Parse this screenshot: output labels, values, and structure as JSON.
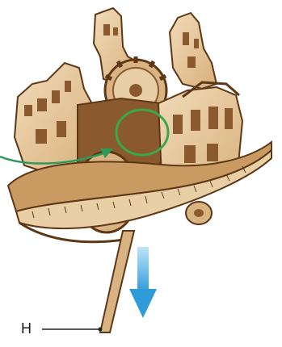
{
  "figure": {
    "callout_label": "H",
    "colors": {
      "wood_light": "#e9cfa6",
      "wood_mid": "#d9b382",
      "wood_dark": "#8a5a2e",
      "wood_edge": "#5e3816",
      "highlight_circle": "#3aa84a",
      "flow_arrow": "#2e9a5a",
      "down_arrow": "#3aa0dc",
      "leader_line": "#222222"
    },
    "icons": {
      "highlight": "green-circle-highlight",
      "rotation": "curved-green-arrow",
      "direction": "blue-down-arrow"
    }
  }
}
